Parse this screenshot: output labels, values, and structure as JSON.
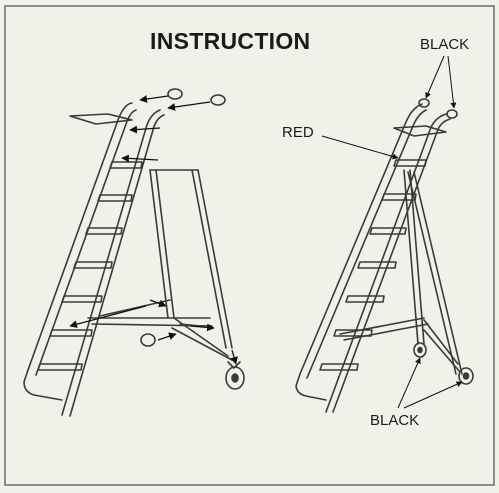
{
  "diagram": {
    "title": "INSTRUCTION",
    "labels": {
      "black_top": "BLACK",
      "red": "RED",
      "black_bottom": "BLACK"
    },
    "colors": {
      "background": "#f1f1ea",
      "line": "#3a3a3a",
      "frame": "#6a6a6a"
    }
  }
}
